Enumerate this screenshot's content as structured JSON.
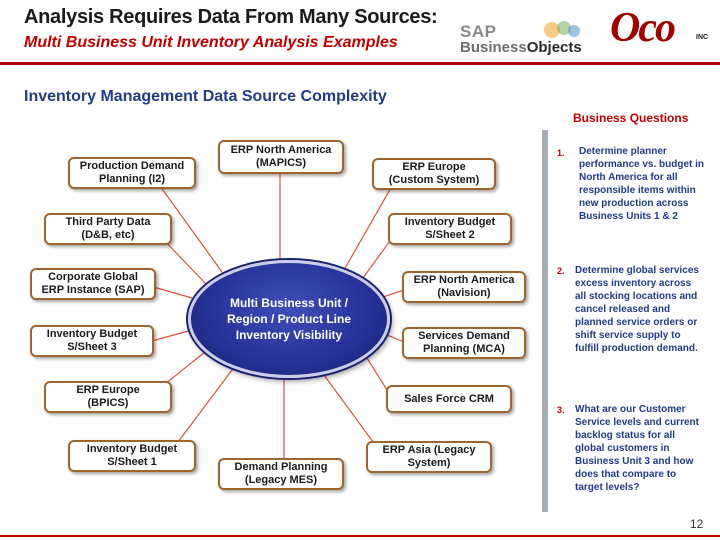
{
  "header": {
    "title": "Analysis Requires Data From Many Sources:",
    "subtitle": "Multi Business Unit Inventory Analysis Examples"
  },
  "logos": {
    "sap_line1": "SAP",
    "sap_line2_light": "Business",
    "sap_line2_dark": "Objects",
    "oco": "Oco",
    "oco_suffix": "INC"
  },
  "section_heading": "Inventory Management Data Source Complexity",
  "hub_label": "Multi Business Unit /\nRegion / Product Line\nInventory Visibility",
  "sources": {
    "erp_na_mapics": "ERP North America\n(MAPICS)",
    "production_demand": "Production Demand\nPlanning (I2)",
    "erp_europe_custom": "ERP Europe\n(Custom System)",
    "third_party": "Third Party Data\n(D&B, etc)",
    "inv_budget_2": "Inventory Budget\nS/Sheet 2",
    "corporate_global": "Corporate Global\nERP Instance (SAP)",
    "erp_na_navision": "ERP North America\n(Navision)",
    "inv_budget_3": "Inventory Budget\nS/Sheet 3",
    "services_demand": "Services Demand\nPlanning (MCA)",
    "erp_europe_bpics": "ERP Europe\n(BPICS)",
    "sales_force": "Sales Force CRM",
    "inv_budget_1": "Inventory Budget\nS/Sheet 1",
    "demand_planning": "Demand Planning\n(Legacy MES)",
    "erp_asia": "ERP Asia (Legacy\nSystem)"
  },
  "business_questions": {
    "heading": "Business Questions",
    "items": [
      {
        "num": "1.",
        "text": "Determine planner performance vs. budget in North America for all responsible items within new production across Business Units 1 & 2"
      },
      {
        "num": "2.",
        "text": "Determine global services excess inventory across all stocking locations and cancel released and planned service orders or shift service supply to fulfill production demand."
      },
      {
        "num": "3.",
        "text": "What are our Customer Service levels and current backlog status for all global customers in Business Unit 3 and how does that compare to target levels?"
      }
    ]
  },
  "page_number": "12",
  "colors": {
    "title_red": "#c00000",
    "heading_blue": "#1f3c88",
    "hub_blue": "#27339a",
    "box_border": "#a0652f",
    "connector": "#e0503c"
  }
}
